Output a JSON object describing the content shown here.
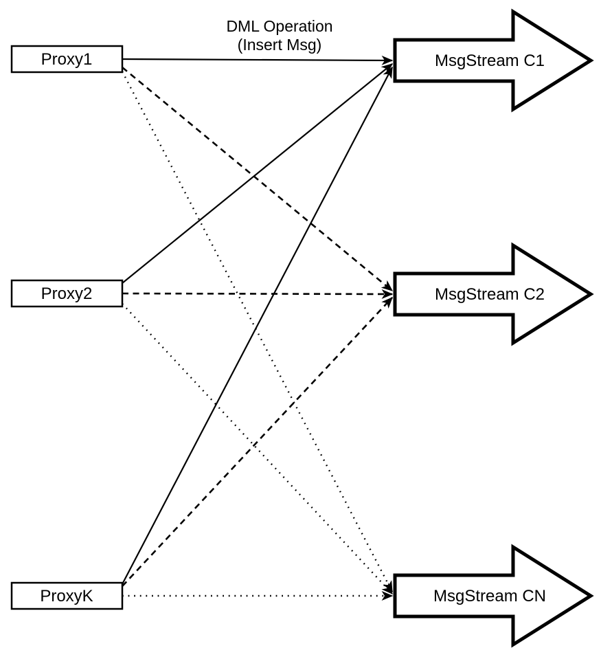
{
  "diagram": {
    "edge_caption": {
      "line1": "DML Operation",
      "line2": "(Insert Msg)"
    },
    "proxies": [
      {
        "label": "Proxy1"
      },
      {
        "label": "Proxy2"
      },
      {
        "label": "ProxyK"
      }
    ],
    "streams": [
      {
        "label": "MsgStream C1",
        "incoming_line_style": "solid"
      },
      {
        "label": "MsgStream C2",
        "incoming_line_style": "dashed"
      },
      {
        "label": "MsgStream CN",
        "incoming_line_style": "dotted"
      }
    ],
    "edges": [
      {
        "from": "Proxy1",
        "to": "MsgStream C1",
        "style": "solid",
        "caption": "DML Operation (Insert Msg)"
      },
      {
        "from": "Proxy1",
        "to": "MsgStream C2",
        "style": "dashed"
      },
      {
        "from": "Proxy1",
        "to": "MsgStream CN",
        "style": "dotted"
      },
      {
        "from": "Proxy2",
        "to": "MsgStream C1",
        "style": "solid"
      },
      {
        "from": "Proxy2",
        "to": "MsgStream C2",
        "style": "dashed"
      },
      {
        "from": "Proxy2",
        "to": "MsgStream CN",
        "style": "dotted"
      },
      {
        "from": "ProxyK",
        "to": "MsgStream C1",
        "style": "solid"
      },
      {
        "from": "ProxyK",
        "to": "MsgStream C2",
        "style": "dashed"
      },
      {
        "from": "ProxyK",
        "to": "MsgStream CN",
        "style": "dotted"
      }
    ],
    "colors": {
      "stroke": "#000000",
      "fill": "#ffffff",
      "background": "#ffffff"
    }
  }
}
